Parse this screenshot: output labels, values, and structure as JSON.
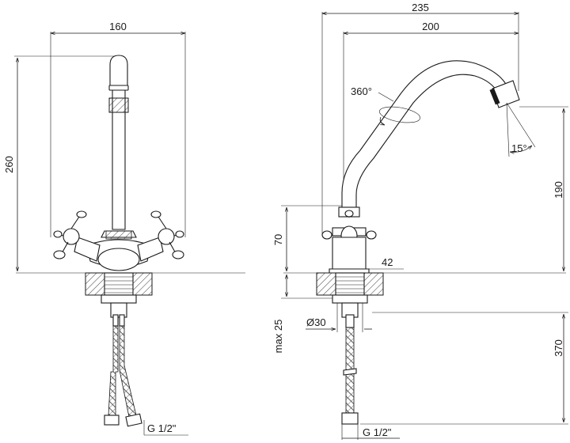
{
  "dims": {
    "front_width": "160",
    "front_height": "260",
    "side_reach_total": "235",
    "side_reach_spout": "200",
    "rotation": "360°",
    "tilt": "15°",
    "spout_height": "190",
    "body_height": "70",
    "base_offset": "42",
    "max_thickness": "max 25",
    "hole_diameter": "Ø30",
    "hose_length": "370",
    "thread_front": "G 1/2\"",
    "thread_side": "G 1/2\""
  }
}
